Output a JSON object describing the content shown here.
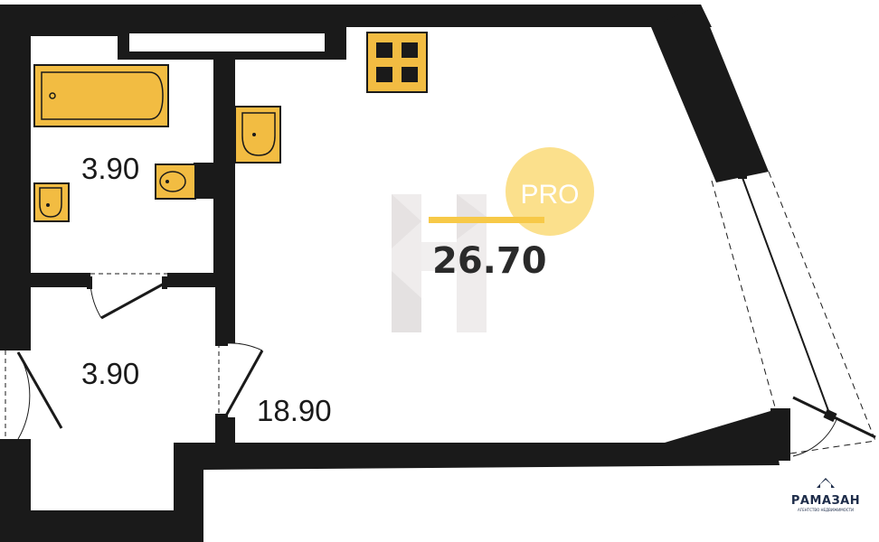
{
  "plan": {
    "total_area": "26.70",
    "rooms": [
      {
        "id": "bathroom",
        "area": "3.90"
      },
      {
        "id": "hallway",
        "area": "3.90"
      },
      {
        "id": "living_room",
        "area": "18.90"
      }
    ]
  },
  "badge": {
    "text": "PRO"
  },
  "brand": {
    "name": "РАМАЗАН",
    "tagline": "АГЕНТСТВО НЕДВИЖИМОСТИ"
  },
  "colors": {
    "wall": "#1a1a1a",
    "fixture": "#f2bc42",
    "accent": "#f7c948",
    "badge": "#fbe08c",
    "brand": "#1e2d4a"
  }
}
